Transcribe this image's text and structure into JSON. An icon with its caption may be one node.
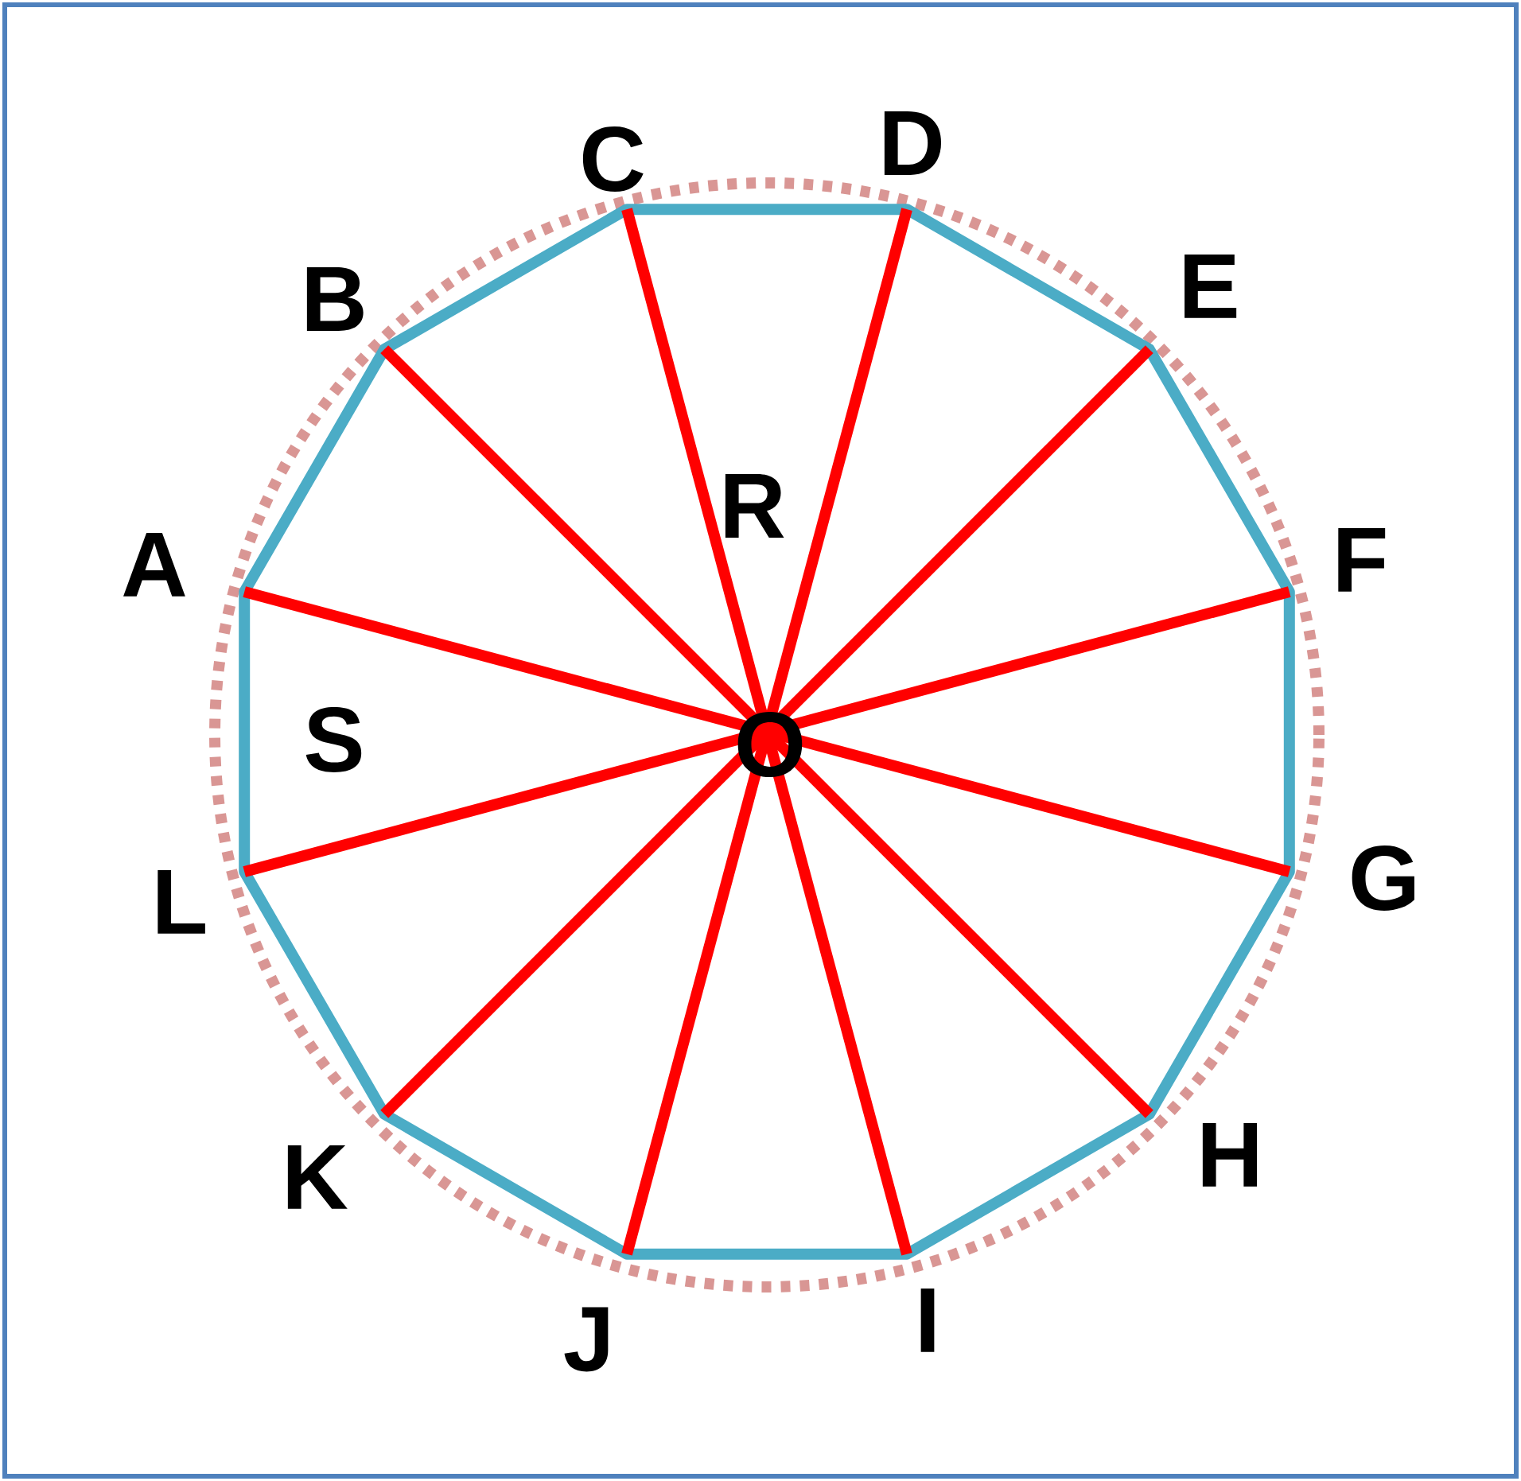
{
  "diagram": {
    "labels": [
      "C",
      "D",
      "B",
      "E",
      "R",
      "A",
      "F",
      "S",
      "O",
      "L",
      "G",
      "K",
      "H",
      "J",
      "I"
    ]
  }
}
